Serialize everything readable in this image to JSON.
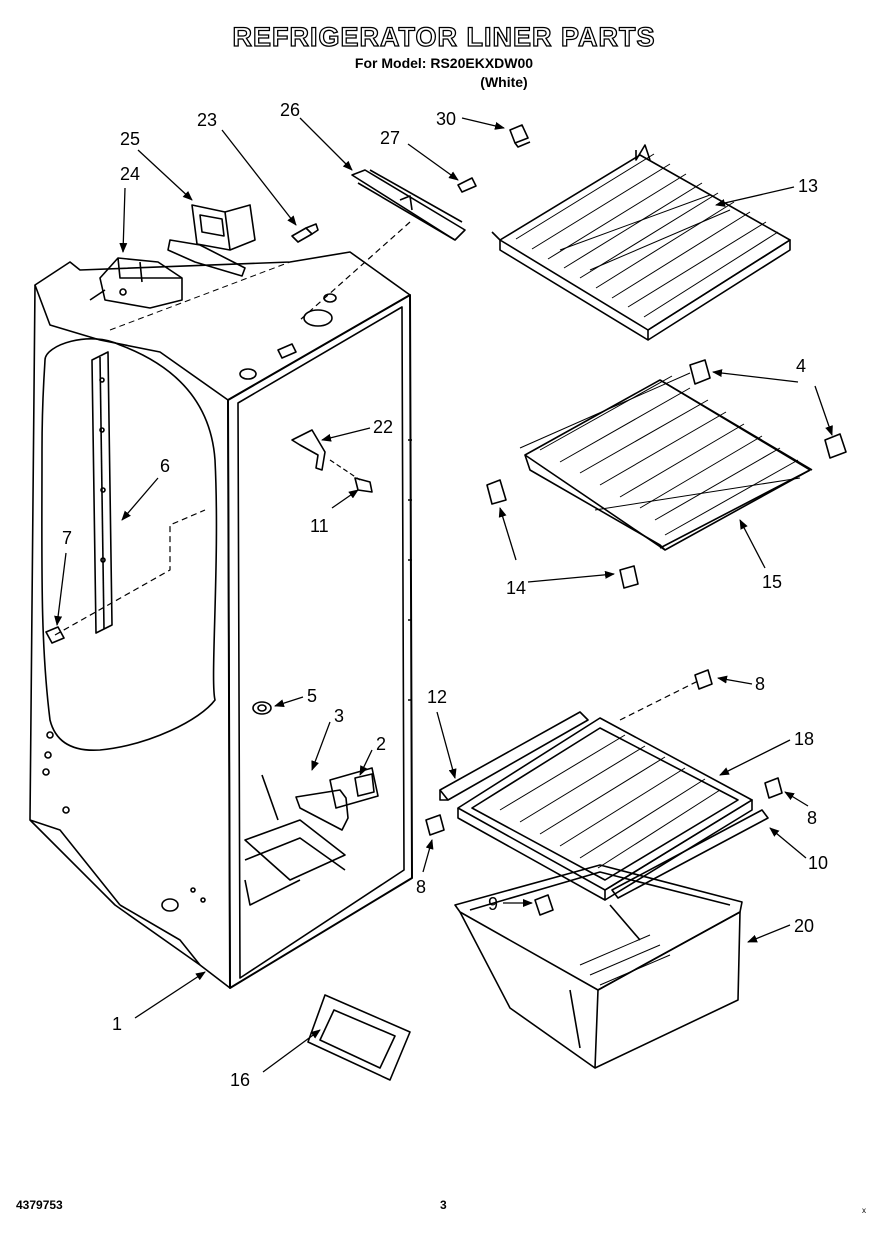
{
  "header": {
    "title": "REFRIGERATOR LINER PARTS",
    "model_line": "For Model: RS20EKXDW00",
    "color_line": "(White)"
  },
  "callouts": {
    "c1": "1",
    "c2": "2",
    "c3": "3",
    "c4": "4",
    "c5": "5",
    "c6": "6",
    "c7": "7",
    "c8a": "8",
    "c8b": "8",
    "c8c": "8",
    "c9": "9",
    "c10": "10",
    "c11": "11",
    "c12": "12",
    "c13": "13",
    "c14": "14",
    "c15": "15",
    "c16": "16",
    "c18": "18",
    "c20": "20",
    "c22": "22",
    "c23": "23",
    "c24": "24",
    "c25": "25",
    "c26": "26",
    "c27": "27",
    "c30": "30"
  },
  "footer": {
    "part_number": "4379753",
    "page_number": "3",
    "corner_mark": "x"
  }
}
